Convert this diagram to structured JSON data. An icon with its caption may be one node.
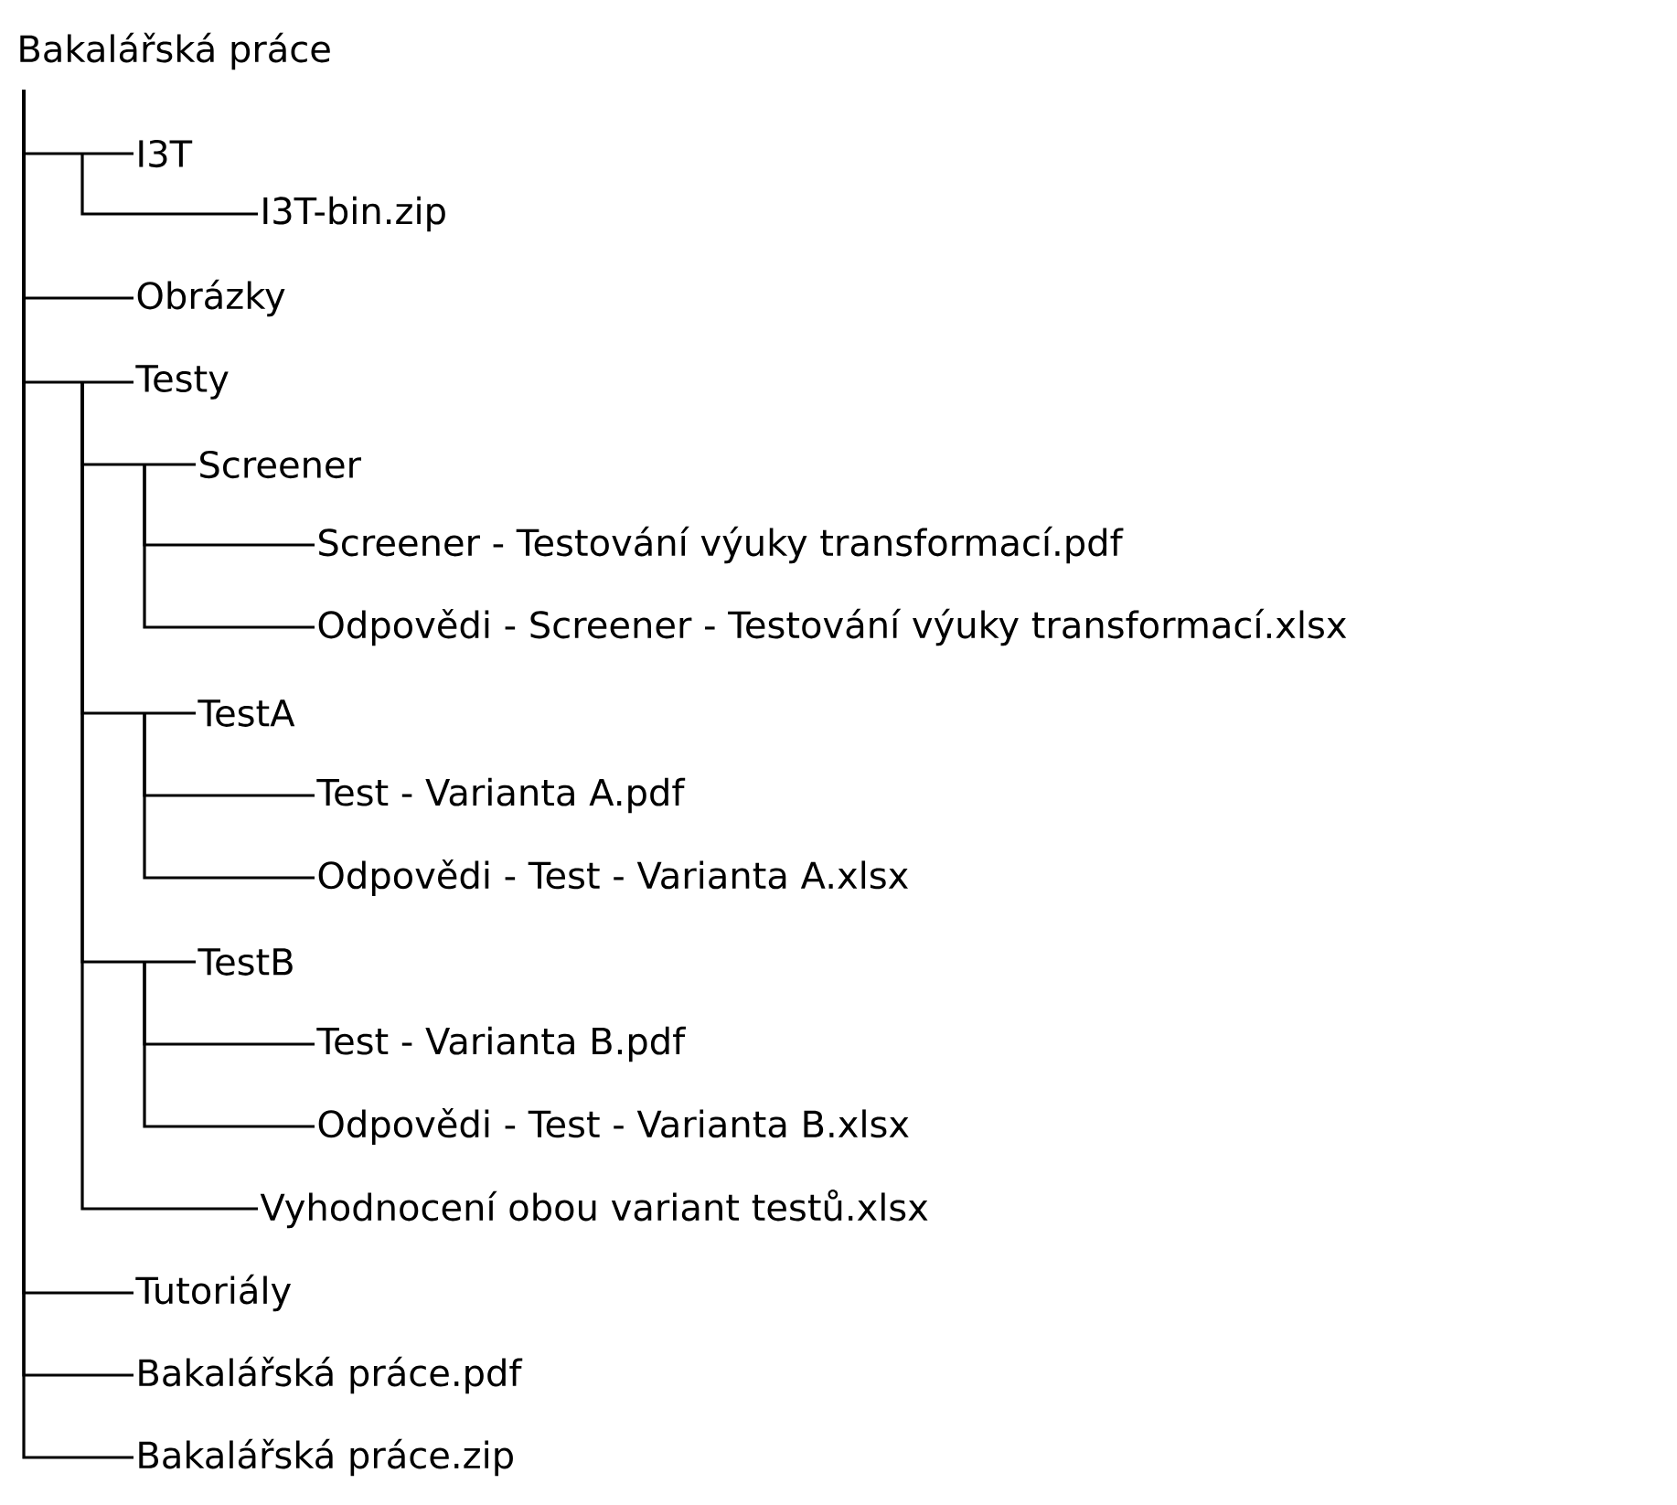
{
  "diagram": {
    "nodes": [
      {
        "text": [
          "Bakalářská práce"
        ]
      },
      {
        "text": [
          "I3T"
        ]
      },
      {
        "text": [
          "I3T-bin.zip"
        ]
      },
      {
        "text": [
          "Obrázky"
        ]
      },
      {
        "text": [
          "Testy"
        ]
      },
      {
        "text": [
          "Screener"
        ]
      },
      {
        "text": [
          "Screener - Testování výuky transformací.pdf"
        ]
      },
      {
        "text": [
          "Odpovědi - Screener - Testování výuky transformací.xlsx"
        ]
      },
      {
        "text": [
          "TestA"
        ]
      },
      {
        "text": [
          "Test - Varianta A.pdf"
        ]
      },
      {
        "text": [
          "Odpovědi - Test - Varianta A.xlsx"
        ]
      },
      {
        "text": [
          "TestB"
        ]
      },
      {
        "text": [
          "Test - Varianta B.pdf"
        ]
      },
      {
        "text": [
          "Odpovědi - Test - Varianta B.xlsx"
        ]
      },
      {
        "text": [
          "Vyhodnocení obou variant testů.xlsx"
        ]
      },
      {
        "text": [
          "Tutoriály"
        ]
      },
      {
        "text": [
          "Bakalářská práce.pdf"
        ]
      },
      {
        "text": [
          "Bakalářská práce.zip"
        ]
      }
    ],
    "edges": [
      {
        "from": 0,
        "to": 1,
        "arrow": "none"
      },
      {
        "from": 1,
        "to": 2,
        "arrow": "none"
      },
      {
        "from": 0,
        "to": 3,
        "arrow": "none"
      },
      {
        "from": 0,
        "to": 4,
        "arrow": "none"
      },
      {
        "from": 4,
        "to": 5,
        "arrow": "none"
      },
      {
        "from": 5,
        "to": 6,
        "arrow": "none"
      },
      {
        "from": 5,
        "to": 7,
        "arrow": "none"
      },
      {
        "from": 4,
        "to": 8,
        "arrow": "none"
      },
      {
        "from": 8,
        "to": 9,
        "arrow": "none"
      },
      {
        "from": 8,
        "to": 10,
        "arrow": "none"
      },
      {
        "from": 4,
        "to": 11,
        "arrow": "none"
      },
      {
        "from": 11,
        "to": 12,
        "arrow": "none"
      },
      {
        "from": 11,
        "to": 13,
        "arrow": "none"
      },
      {
        "from": 4,
        "to": 14,
        "arrow": "none"
      },
      {
        "from": 0,
        "to": 15,
        "arrow": "none"
      },
      {
        "from": 0,
        "to": 16,
        "arrow": "none"
      },
      {
        "from": 0,
        "to": 17,
        "arrow": "none"
      }
    ]
  }
}
